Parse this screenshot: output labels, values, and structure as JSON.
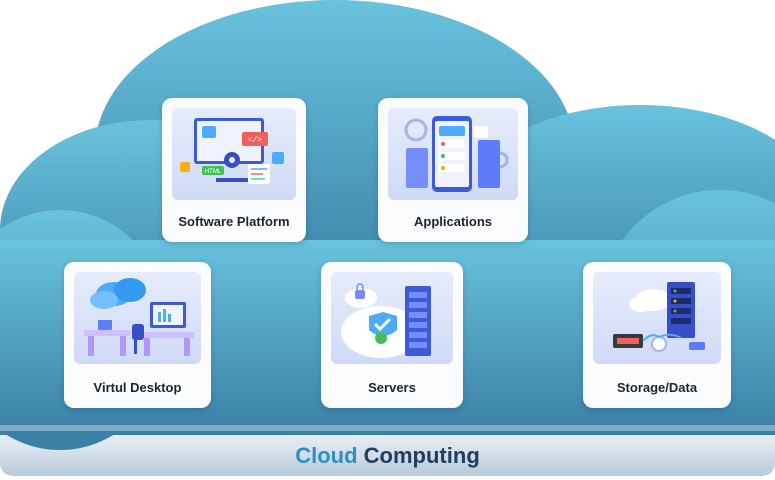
{
  "colors": {
    "cloud_top": "#69c3dd",
    "cloud_bottom": "#3a7fa6",
    "base_light": "#e9f0f6",
    "base_dark": "#b7c9d8",
    "title_word1": "#2e8fc0",
    "title_word2": "#1f3d5c",
    "card_bg": "#fbfcfe",
    "art_bg": "#dbe4f9"
  },
  "cards": [
    {
      "label": "Software Platform",
      "icon": "software-platform-illustration"
    },
    {
      "label": "Applications",
      "icon": "applications-illustration"
    },
    {
      "label": "Virtul Desktop",
      "icon": "virtual-desktop-illustration"
    },
    {
      "label": "Servers",
      "icon": "servers-illustration"
    },
    {
      "label": "Storage/Data",
      "icon": "storage-data-illustration"
    }
  ],
  "footer": {
    "word1": "Cloud",
    "word2": "Computing"
  }
}
